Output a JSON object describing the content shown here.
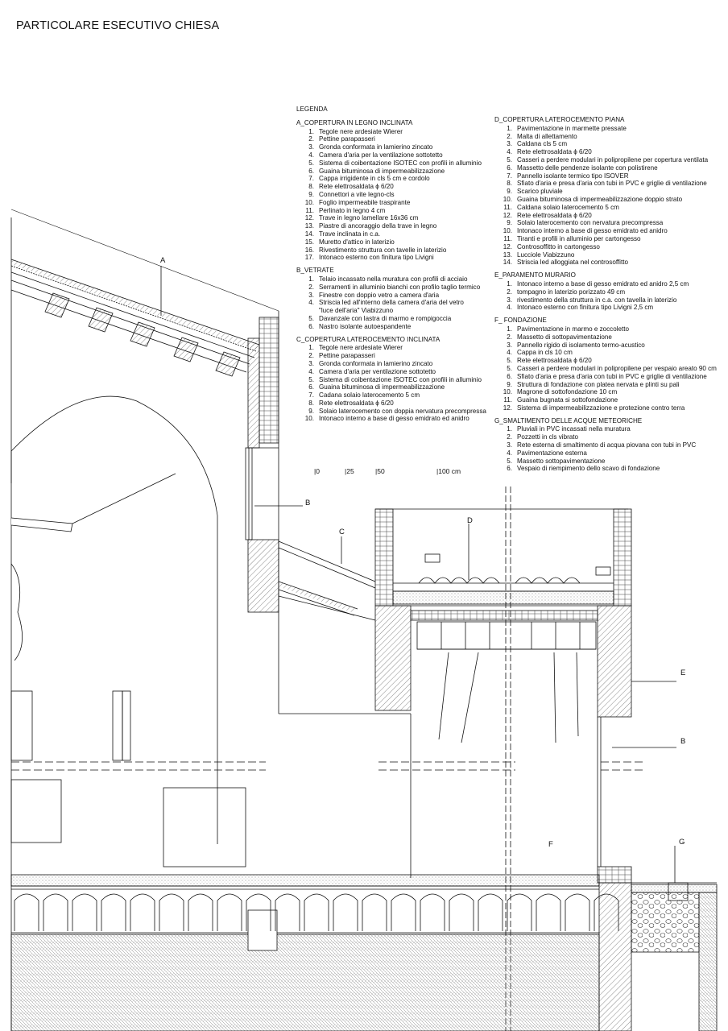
{
  "title": "PARTICOLARE ESECUTIVO CHIESA",
  "legend_title": "LEGENDA",
  "legend_left": [
    {
      "header": "A_COPERTURA IN LEGNO INCLINATA",
      "items": [
        [
          "1.",
          "Tegole nere ardesiate Wierer"
        ],
        [
          "2.",
          "Pettine parapasseri"
        ],
        [
          "3.",
          "Gronda conformata in lamierino zincato"
        ],
        [
          "4.",
          "Camera d'aria per la ventilazione sottotetto"
        ],
        [
          "5.",
          "Sistema di coibentazione ISOTEC con profili in alluminio"
        ],
        [
          "6.",
          "Guaina bituminosa di impermeabilizzazione"
        ],
        [
          "7.",
          "Cappa irrigidente in cls 5 cm e cordolo"
        ],
        [
          "8.",
          "Rete elettrosaldata ϕ 6/20"
        ],
        [
          "9.",
          "Connettori a vite legno-cls"
        ],
        [
          "10.",
          "Foglio impermeabile traspirante"
        ],
        [
          "11.",
          "Perlinato in legno 4 cm"
        ],
        [
          "12.",
          "Trave in legno lamellare 16x36 cm"
        ],
        [
          "13.",
          "Piastre di ancoraggio della trave in legno"
        ],
        [
          "14.",
          "Trave inclinata in c.a."
        ],
        [
          "15.",
          "Muretto d'attico in laterizio"
        ],
        [
          "16.",
          "Rivestimento struttura con tavelle in laterizio"
        ],
        [
          "17.",
          "Intonaco esterno con finitura tipo Livigni"
        ]
      ]
    },
    {
      "header": "B_VETRATE",
      "items": [
        [
          "1.",
          "Telaio incassato nella muratura con profili di acciaio"
        ],
        [
          "2.",
          "Serramenti in alluminio bianchi con profilo taglio termico"
        ],
        [
          "3.",
          "Finestre con doppio vetro a camera d'aria"
        ],
        [
          "4.",
          "Striscia led all'interno della camera d'aria del vetro"
        ],
        [
          "",
          "\"luce dell'aria\" Viabizzuno"
        ],
        [
          "5.",
          "Davanzale con lastra di marmo e rompigoccia"
        ],
        [
          "6.",
          "Nastro isolante autoespandente"
        ]
      ]
    },
    {
      "header": "C_COPERTURA LATEROCEMENTO INCLINATA",
      "items": [
        [
          "1.",
          "Tegole nere ardesiate Wierer"
        ],
        [
          "2.",
          "Pettine parapasseri"
        ],
        [
          "3.",
          "Gronda conformata in lamierino zincato"
        ],
        [
          "4.",
          "Camera d'aria per ventilazione sottotetto"
        ],
        [
          "5.",
          "Sistema di coibentazione ISOTEC con profili in alluminio"
        ],
        [
          "6.",
          "Guaina bituminosa di impermeabilizzazione"
        ],
        [
          "7.",
          "Cadana solaio laterocemento 5 cm"
        ],
        [
          "8.",
          "Rete elettrosaldata ϕ 6/20"
        ],
        [
          "9.",
          "Solaio laterocemento con doppia nervatura precompressa"
        ],
        [
          "10.",
          "Intonaco interno a base di gesso emidrato ed anidro"
        ]
      ]
    }
  ],
  "legend_right": [
    {
      "header": "D_COPERTURA LATEROCEMENTO PIANA",
      "items": [
        [
          "1.",
          "Pavimentazione in marmette pressate"
        ],
        [
          "2.",
          "Malta di allettamento"
        ],
        [
          "3.",
          "Caldana cls 5 cm"
        ],
        [
          "4.",
          "Rete elettrosaldata ϕ 6/20"
        ],
        [
          "5.",
          "Casseri a perdere modulari in polipropilene per copertura ventilata"
        ],
        [
          "6.",
          "Massetto delle pendenze isolante con polistirene"
        ],
        [
          "7.",
          "Pannello isolante termico tipo ISOVER"
        ],
        [
          "8.",
          "Sfiato d'aria e presa d'aria con tubi in PVC e griglie di ventilazione"
        ],
        [
          "9.",
          "Scarico pluviale"
        ],
        [
          "10.",
          "Guaina bituminosa di impermeabilizzazione doppio strato"
        ],
        [
          "11.",
          "Caldana solaio laterocemento 5 cm"
        ],
        [
          "12.",
          "Rete elettrosaldata ϕ 6/20"
        ],
        [
          "9.",
          "Solaio laterocemento con nervatura precompressa"
        ],
        [
          "10.",
          "Intonaco interno a base di gesso emidrato ed anidro"
        ],
        [
          "11.",
          "Tiranti e profili in alluminio per cartongesso"
        ],
        [
          "12.",
          "Controsoffitto in cartongesso"
        ],
        [
          "13.",
          "Lucciole Viabizzuno"
        ],
        [
          "14.",
          "Striscia led alloggiata nel controsoffitto"
        ]
      ]
    },
    {
      "header": "E_PARAMENTO MURARIO",
      "items": [
        [
          "1.",
          "Intonaco interno a base di gesso emidrato ed anidro 2,5 cm"
        ],
        [
          "2.",
          "tompagno in laterizio porizzato 49 cm"
        ],
        [
          "3.",
          "rivestimento della struttura in c.a. con tavella in laterizio"
        ],
        [
          "4.",
          "Intonaco esterno con finitura tipo Livigni  2,5 cm"
        ]
      ]
    },
    {
      "header": "F_ FONDAZIONE",
      "items": [
        [
          "1.",
          "Pavimentazione in marmo e zoccoletto"
        ],
        [
          "2.",
          "Massetto di sottopavimentazione"
        ],
        [
          "3.",
          "Pannello rigido di isolamento termo-acustico"
        ],
        [
          "4.",
          "Cappa in cls 10 cm"
        ],
        [
          "5.",
          "Rete elettrosaldata ϕ 6/20"
        ],
        [
          "5.",
          "Casseri a perdere modulari in polipropilene per vespaio areato 90 cm"
        ],
        [
          "6.",
          "Sfiato d'aria e presa d'aria con tubi in PVC e griglie di ventilazione"
        ],
        [
          "9.",
          "Struttura di fondazione con platea nervata e plinti su pali"
        ],
        [
          "10.",
          "Magrone di sottofondazione 10 cm"
        ],
        [
          "11.",
          "Guaina bugnata si sottofondazione"
        ],
        [
          "12.",
          "Sistema di impermeabilizzazione e protezione contro terra"
        ]
      ]
    },
    {
      "header": "G_SMALTIMENTO DELLE ACQUE METEORICHE",
      "items": [
        [
          "1.",
          "Pluviali in PVC incassati nella muratura"
        ],
        [
          "2.",
          "Pozzetti in cls vibrato"
        ],
        [
          "3.",
          "Rete esterna di smaltimento di acqua piovana con tubi in PVC"
        ],
        [
          "4.",
          "Pavimentazione esterna"
        ],
        [
          "5.",
          "Massetto sottopavimentazione"
        ],
        [
          "6.",
          "Vespaio di riempimento dello scavo di fondazione"
        ]
      ]
    }
  ],
  "scale": {
    "s0": "0",
    "s25": "25",
    "s50": "50",
    "s100": "100  cm"
  },
  "tags": {
    "A": "A",
    "B": "B",
    "C": "C",
    "D": "D",
    "E": "E",
    "B2": "B",
    "F": "F",
    "G": "G"
  },
  "colors": {
    "ink": "#111111",
    "hatch": "#555555"
  }
}
